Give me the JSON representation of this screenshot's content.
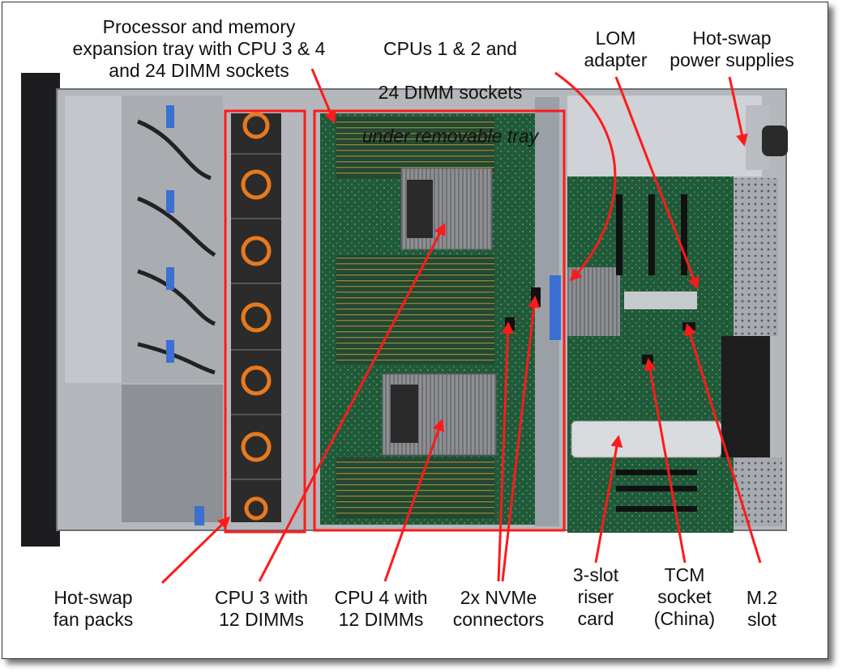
{
  "colors": {
    "callout": "#ff1a1a",
    "pcb": "#1f5a3a",
    "chassis": "#9a9da2",
    "fan": "#2b2b2b",
    "fan_ring": "#e8791e",
    "heatsink": "#8f9195",
    "dimm_latch": "#6e7f8c",
    "connector_blue": "#3b6fd1"
  },
  "labels": {
    "proc_tray": "Processor and memory\nexpansion tray with CPU 3 & 4\nand 24 DIMM sockets",
    "cpus12_line1": "CPUs 1 & 2 and",
    "cpus12_line2": "24 DIMM sockets",
    "cpus12_line3": "under removable tray",
    "lom": "LOM\nadapter",
    "psu": "Hot-swap\npower supplies",
    "fan_packs": "Hot-swap\nfan packs",
    "cpu3": "CPU 3 with\n12 DIMMs",
    "cpu4": "CPU 4 with\n12 DIMMs",
    "nvme": "2x NVMe\nconnectors",
    "riser": "3-slot\nriser\ncard",
    "tcm": "TCM\nsocket\n(China)",
    "m2": "M.2\nslot"
  },
  "icons": [
    "server-chassis-illustration",
    "fan-pack-icon",
    "cpu-heatsink-icon",
    "dimm-slot-icon"
  ]
}
